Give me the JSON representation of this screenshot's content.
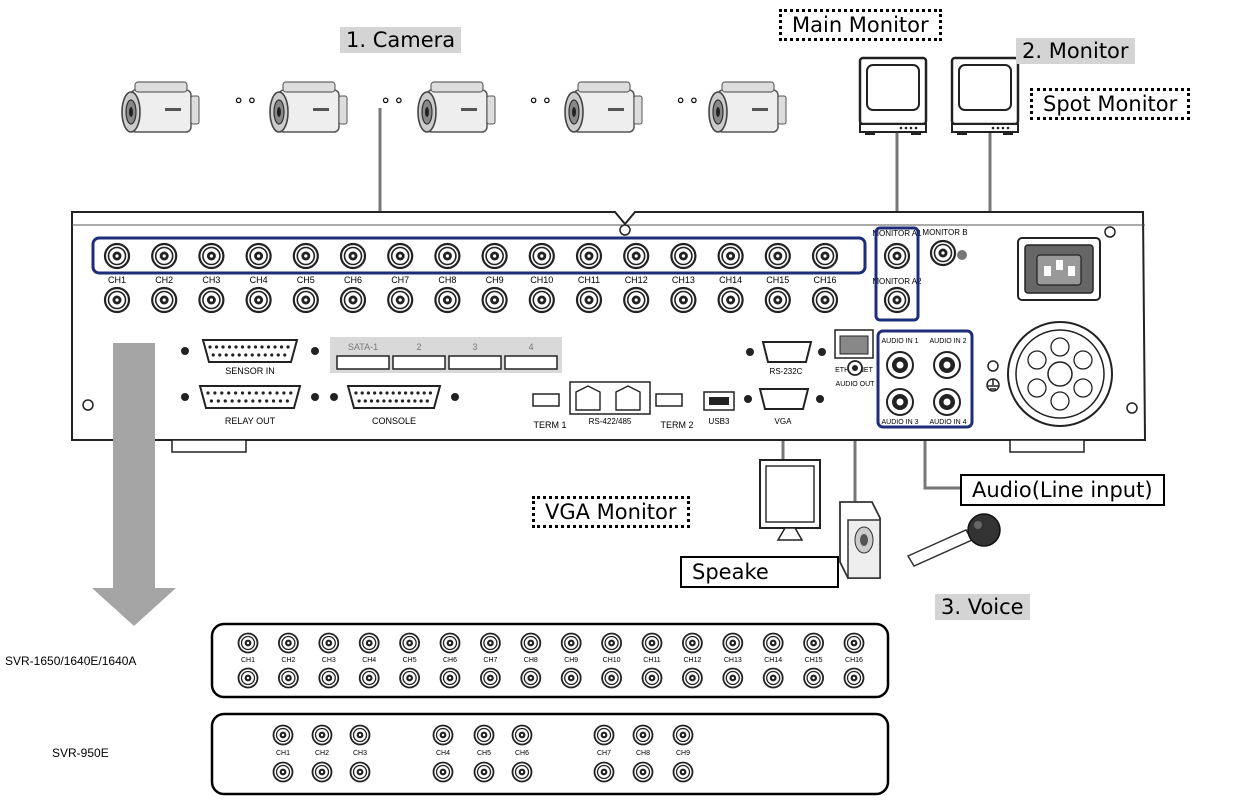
{
  "labels": {
    "camera": "1. Camera",
    "monitor": "2. Monitor",
    "voice": "3. Voice",
    "main_monitor": "Main Monitor",
    "spot_monitor": "Spot Monitor",
    "vga_monitor": "VGA Monitor",
    "speaker": "Speake",
    "audio_line_input": "Audio(Line input)"
  },
  "rear_panel": {
    "channels": [
      "CH1",
      "CH2",
      "CH3",
      "CH4",
      "CH5",
      "CH6",
      "CH7",
      "CH8",
      "CH9",
      "CH10",
      "CH11",
      "CH12",
      "CH13",
      "CH14",
      "CH15",
      "CH16"
    ],
    "monitor_a1": "MONITOR A1",
    "monitor_b": "MONITOR B",
    "monitor_a2": "MONITOR A2",
    "sata": [
      "SATA-1",
      "2",
      "3",
      "4"
    ],
    "sensor_in": "SENSOR IN",
    "relay_out": "RELAY OUT",
    "console": "CONSOLE",
    "term1": "TERM 1",
    "rs422": "RS-422/485",
    "term2": "TERM 2",
    "usb": "USB3",
    "vga": "VGA",
    "rs232c": "RS-232C",
    "ethernet": "ETHERNET",
    "audio_out": "AUDIO OUT",
    "audio_in": [
      "AUDIO IN 1",
      "AUDIO IN 2",
      "AUDIO IN 3",
      "AUDIO IN 4"
    ]
  },
  "models": {
    "svr1650": "SVR-1650/1640E/1640A",
    "svr950": "SVR-950E"
  },
  "svr1650_channels": [
    "CH1",
    "CH2",
    "CH3",
    "CH4",
    "CH5",
    "CH6",
    "CH7",
    "CH8",
    "CH9",
    "CH10",
    "CH11",
    "CH12",
    "CH13",
    "CH14",
    "CH15",
    "CH16"
  ],
  "svr950_channels": [
    "CH1",
    "CH2",
    "CH3",
    "CH4",
    "CH5",
    "CH6",
    "CH7",
    "CH8",
    "CH9"
  ],
  "camera_separator": "∘∘"
}
